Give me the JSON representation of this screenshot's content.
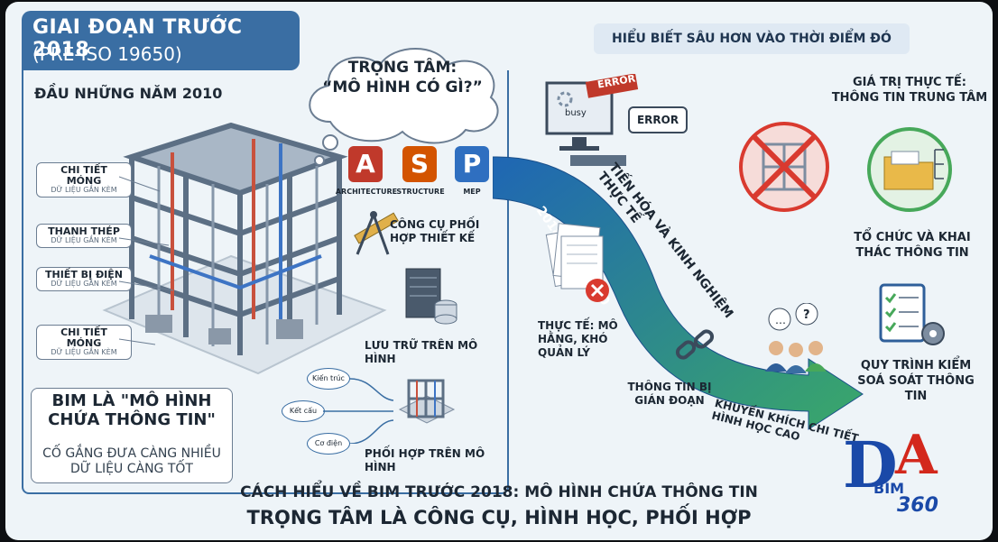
{
  "header": {
    "line1": "GIAI ĐOẠN TRƯỚC 2018",
    "line2": "(PRE-ISO 19650)"
  },
  "era_label": "ĐẦU NHỮNG NĂM 2010",
  "callouts": [
    {
      "title": "CHI TIẾT MÓNG",
      "sub": "DỮ LIỆU GẮN KÈM"
    },
    {
      "title": "THANH THÉP",
      "sub": "DỮ LIỆU GẮN KÈM"
    },
    {
      "title": "THIẾT BỊ ĐIỆN",
      "sub": "DỮ LIỆU GẮN KÈM"
    },
    {
      "title": "CHI TIẾT MÓNG",
      "sub": "DỮ LIỆU GẮN KÈM"
    }
  ],
  "bim_box": {
    "title": "BIM LÀ \"MÔ HÌNH CHỨA THÔNG TIN\"",
    "sub": "CỐ GẮNG ĐƯA CÀNG NHIỀU DỮ LIỆU CÀNG TỐT"
  },
  "thought_cloud": {
    "line1": "TRỌNG TÂM:",
    "line2": "“MÔ HÌNH CÓ GÌ?”"
  },
  "apps": [
    {
      "letter": "A",
      "label": "ARCHITECTURE",
      "color": "#c0392b"
    },
    {
      "letter": "S",
      "label": "STRUCTURE",
      "color": "#d35400"
    },
    {
      "letter": "P",
      "label": "MEP",
      "color": "#2f6fc0"
    }
  ],
  "features": {
    "tools": "CÔNG CỤ PHỐI HỢP THIẾT KẾ",
    "storage": "LƯU TRỮ TRÊN MÔ HÌNH",
    "coordination": "PHỐI HỢP TRÊN MÔ HÌNH"
  },
  "disciplines": [
    "Kiến trúc",
    "Kết cấu",
    "Cơ điện"
  ],
  "computer": {
    "busy": "busy",
    "error1": "ERROR",
    "error2": "ERROR"
  },
  "arrow": {
    "main": "TIẾN HÓA VÀ KINH NGHIỆM THỰC TẾ",
    "year": "2018: ISO 19650",
    "bottom": "KHUYẾN KHÍCH CHI TIẾT HÌNH HỌC CAO"
  },
  "reality": "THỰC TẾ: MÔ HẰNG, KHÓ QUẢN LÝ",
  "broken": "THÔNG TIN BỊ GIÁN ĐOẠN",
  "insight_title": "HIỂU BIẾT SÂU HƠN VÀO THỜI ĐIỂM ĐÓ",
  "right_items": {
    "value": "GIÁ TRỊ THỰC TẾ: THÔNG TIN TRUNG TÂM",
    "organize": "TỔ CHỨC VÀ KHAI THÁC THÔNG TIN",
    "process": "QUY TRÌNH KIỂM SOÁ SOÁT THÔNG TIN"
  },
  "caption": {
    "line1": "CÁCH HIỂU VỀ BIM TRƯỚC 2018: MÔ HÌNH CHỨA THÔNG TIN",
    "line2": "TRỌNG TÂM LÀ CÔNG CỤ, HÌNH HỌC, PHỐI HỢP"
  },
  "logo": {
    "letter": "D",
    "a": "A",
    "bim": "BIM",
    "num": "360"
  },
  "colors": {
    "accent": "#3a6ea3",
    "arrow_start": "#1f66b4",
    "arrow_end": "#3aa869",
    "red": "#d93a2f",
    "green": "#47a85a"
  }
}
